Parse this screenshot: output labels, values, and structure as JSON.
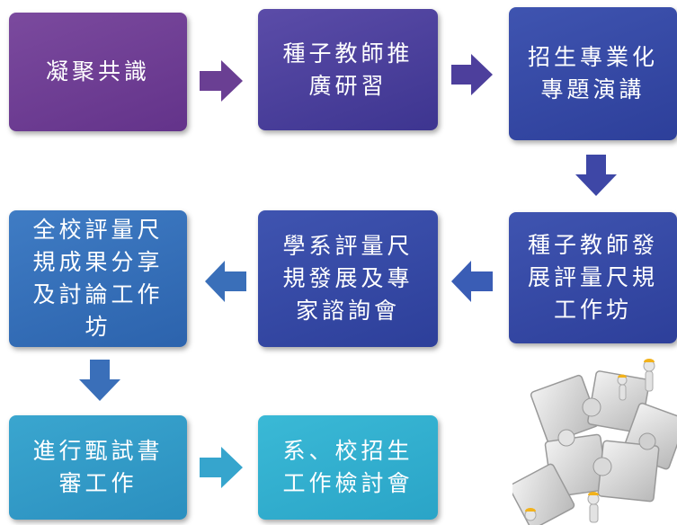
{
  "steps": {
    "s1": "凝聚共識",
    "s2": "種子教師推\n廣研習",
    "s3": "招生專業化\n專題演講",
    "s4": "種子教師發\n展評量尺規\n工作坊",
    "s5": "學系評量尺\n規發展及專\n家諮詢會",
    "s6": "全校評量尺\n規成果分享\n及討論工作\n坊",
    "s7": "進行甄試書\n審工作",
    "s8": "系、校招生\n工作檢討會"
  },
  "colors": {
    "arrow_purple": "#6a3f93",
    "arrow_indigo": "#4d3f9c",
    "arrow_blue": "#3a6fb9",
    "arrow_teal": "#36a5cd"
  },
  "illustration": "puzzle-people-icon"
}
